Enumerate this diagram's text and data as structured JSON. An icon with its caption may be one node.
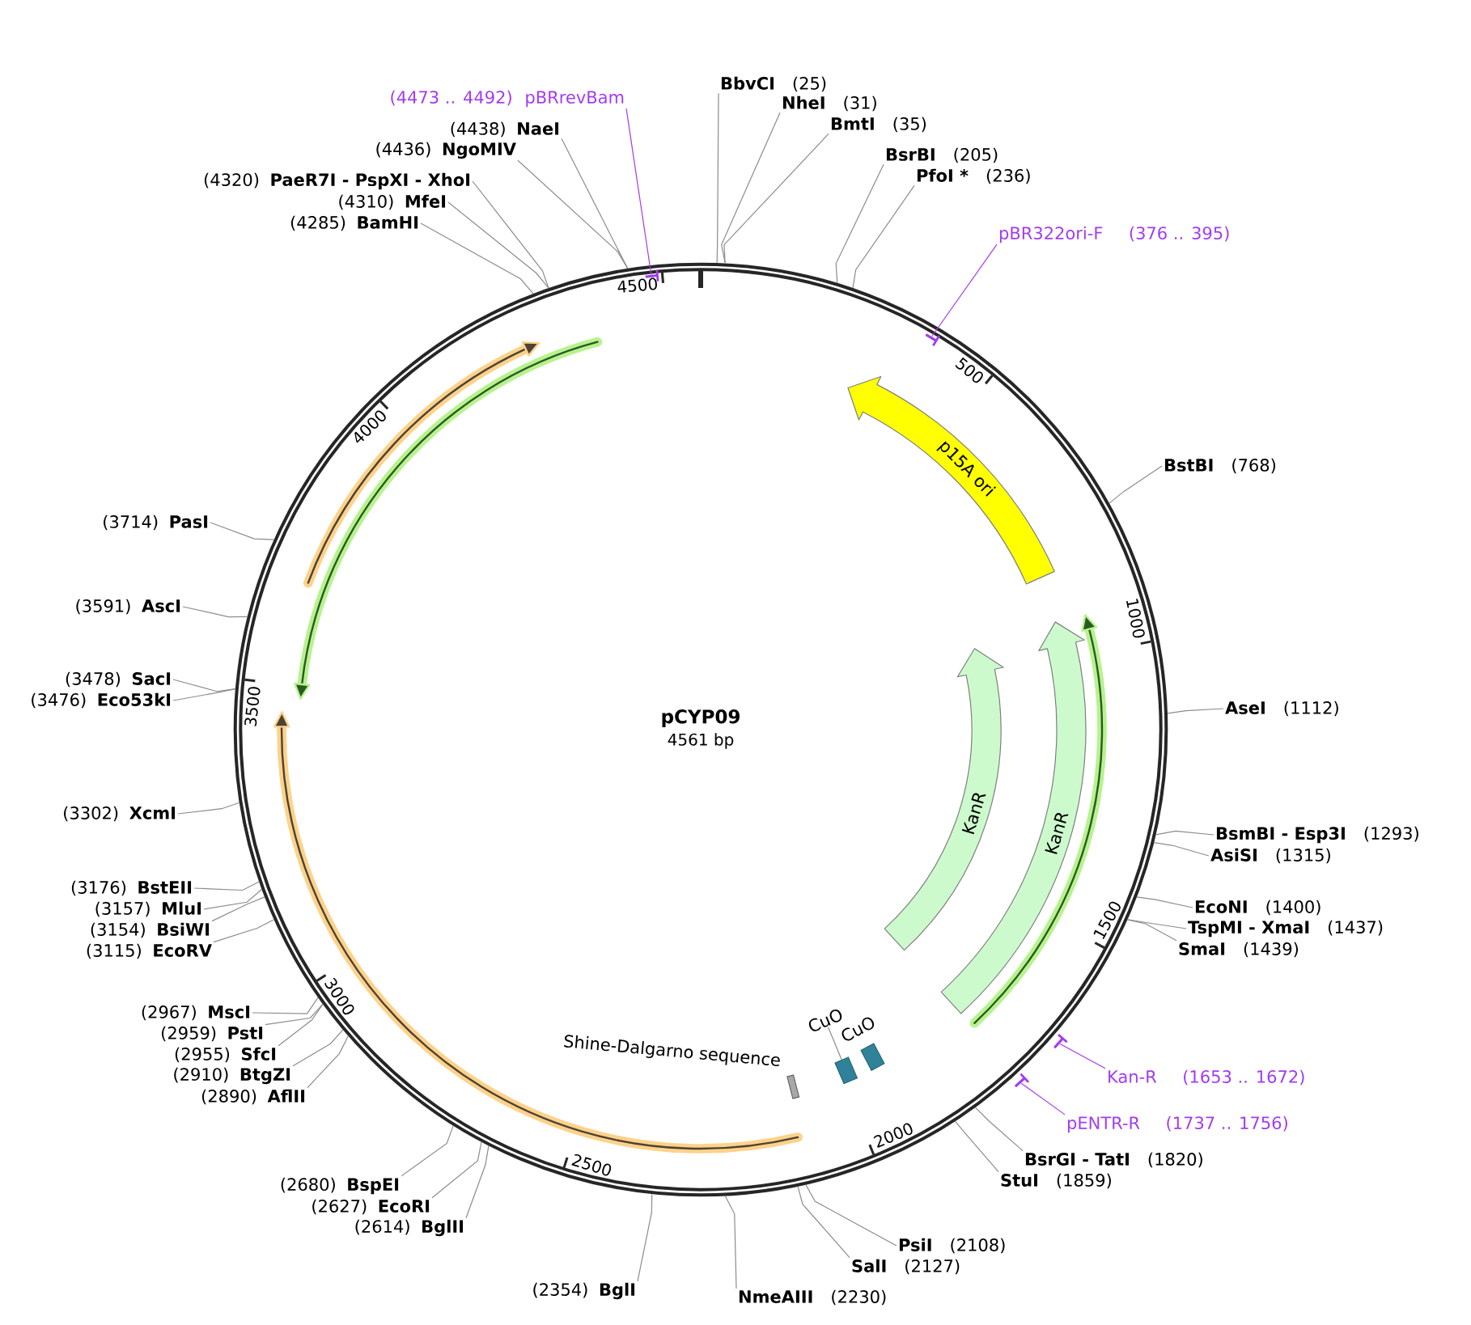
{
  "diagram": {
    "nodes": [
      {
        "text": [
          "pCYP09",
          "4561 bp"
        ]
      },
      {
        "text": [
          "p15A ori"
        ],
        "in": 0
      },
      {
        "text": [
          "KanR"
        ],
        "in": 0
      },
      {
        "text": [
          "KanR"
        ],
        "in": 0
      },
      {
        "text": [
          "CuO"
        ],
        "in": 0
      },
      {
        "text": [],
        "shape": "box",
        "in": 0
      },
      {
        "text": [
          "CuO"
        ],
        "in": 0
      },
      {
        "text": [
          "Shine-Dalgarno sequence"
        ],
        "in": 0
      },
      {
        "text": [
          "BbvCI",
          "(25)"
        ]
      },
      {
        "text": [
          "NheI",
          "(31)"
        ]
      },
      {
        "text": [
          "BmtI",
          "(35)"
        ]
      },
      {
        "text": [
          "BsrBI",
          "(205)"
        ]
      },
      {
        "text": [
          "PfoI *",
          "(236)"
        ]
      },
      {
        "text": [
          "pBR322ori-F",
          "(376 .. 395)"
        ]
      },
      {
        "text": [
          "BstBI",
          "(768)"
        ]
      },
      {
        "text": [
          "AseI",
          "(1112)"
        ]
      },
      {
        "text": [
          "BsmBI - Esp3I",
          "(1293)"
        ]
      },
      {
        "text": [
          "AsiSI",
          "(1315)"
        ]
      },
      {
        "text": [
          "EcoNI",
          "(1400)"
        ]
      },
      {
        "text": [
          "TspMI - XmaI",
          "(1437)"
        ]
      },
      {
        "text": [
          "SmaI",
          "(1439)"
        ]
      },
      {
        "text": [
          "Kan-R",
          "(1653 .. 1672)"
        ]
      },
      {
        "text": [
          "pENTR-R",
          "(1737 .. 1756)"
        ]
      },
      {
        "text": [
          "BsrGI - TatI",
          "(1820)"
        ]
      },
      {
        "text": [
          "StuI",
          "(1859)"
        ]
      },
      {
        "text": [
          "PsiI",
          "(2108)"
        ]
      },
      {
        "text": [
          "SalI",
          "(2127)"
        ]
      },
      {
        "text": [
          "NmeAIII",
          "(2230)"
        ]
      },
      {
        "text": [
          "(2354)",
          "BglI"
        ]
      },
      {
        "text": [
          "(2614)",
          "BglII"
        ]
      },
      {
        "text": [
          "(2627)",
          "EcoRI"
        ]
      },
      {
        "text": [
          "(2680)",
          "BspEI"
        ]
      },
      {
        "text": [
          "(2890)",
          "AflII"
        ]
      },
      {
        "text": [
          "(2910)",
          "BtgZI"
        ]
      },
      {
        "text": [
          "(2955)",
          "SfcI"
        ]
      },
      {
        "text": [
          "(2959)",
          "PstI"
        ]
      },
      {
        "text": [
          "(2967)",
          "MscI"
        ]
      },
      {
        "text": [
          "(3115)",
          "EcoRV"
        ]
      },
      {
        "text": [
          "(3154)",
          "BsiWI"
        ]
      },
      {
        "text": [
          "(3157)",
          "MluI"
        ]
      },
      {
        "text": [
          "(3176)",
          "BstEII"
        ]
      },
      {
        "text": [
          "(3302)",
          "XcmI"
        ]
      },
      {
        "text": [
          "(3476)",
          "Eco53kI"
        ]
      },
      {
        "text": [
          "(3478)",
          "SacI"
        ]
      },
      {
        "text": [
          "(3591)",
          "AscI"
        ]
      },
      {
        "text": [
          "(3714)",
          "PasI"
        ]
      },
      {
        "text": [
          "(4285)",
          "BamHI"
        ]
      },
      {
        "text": [
          "(4310)",
          "MfeI"
        ]
      },
      {
        "text": [
          "(4320)",
          "PaeR7I - PspXI - XhoI"
        ]
      },
      {
        "text": [
          "(4436)",
          "NgoMIV"
        ]
      },
      {
        "text": [
          "(4438)",
          "NaeI"
        ]
      },
      {
        "text": [
          "(4473 .. 4492)",
          "pBRrevBam"
        ]
      },
      {
        "text": [],
        "shape": "bar",
        "in": 0
      },
      {
        "text": [],
        "shape": "bar"
      },
      {
        "text": [],
        "shape": "bar"
      },
      {
        "text": [],
        "shape": "bar",
        "in": 0
      }
    ],
    "edges": [
      {
        "from": 8,
        "to": 0,
        "arrow": "none"
      },
      {
        "from": 9,
        "to": 0,
        "arrow": "none"
      },
      {
        "from": 10,
        "to": 0,
        "arrow": "none"
      },
      {
        "from": 11,
        "to": 0,
        "arrow": "none"
      },
      {
        "from": 12,
        "to": 0,
        "arrow": "none"
      },
      {
        "from": 13,
        "to": 52,
        "arrow": "none",
        "color": "#a23cf0"
      },
      {
        "from": 14,
        "to": 0,
        "arrow": "none"
      },
      {
        "from": 15,
        "to": 0,
        "arrow": "none"
      },
      {
        "from": 16,
        "to": 0,
        "arrow": "none"
      },
      {
        "from": 17,
        "to": 0,
        "arrow": "none"
      },
      {
        "from": 18,
        "to": 0,
        "arrow": "none"
      },
      {
        "from": 19,
        "to": 0,
        "arrow": "none"
      },
      {
        "from": 20,
        "to": 0,
        "arrow": "none"
      },
      {
        "from": 21,
        "to": 53,
        "arrow": "none",
        "color": "#a23cf0"
      },
      {
        "from": 22,
        "to": 54,
        "arrow": "none",
        "color": "#a23cf0"
      },
      {
        "from": 23,
        "to": 0,
        "arrow": "none"
      },
      {
        "from": 24,
        "to": 0,
        "arrow": "none"
      },
      {
        "from": 25,
        "to": 0,
        "arrow": "none"
      },
      {
        "from": 26,
        "to": 0,
        "arrow": "none"
      },
      {
        "from": 27,
        "to": 0,
        "arrow": "none"
      },
      {
        "from": 28,
        "to": 0,
        "arrow": "none"
      },
      {
        "from": 29,
        "to": 0,
        "arrow": "none"
      },
      {
        "from": 30,
        "to": 0,
        "arrow": "none"
      },
      {
        "from": 31,
        "to": 0,
        "arrow": "none"
      },
      {
        "from": 32,
        "to": 0,
        "arrow": "none"
      },
      {
        "from": 33,
        "to": 0,
        "arrow": "none"
      },
      {
        "from": 34,
        "to": 0,
        "arrow": "none"
      },
      {
        "from": 35,
        "to": 0,
        "arrow": "none"
      },
      {
        "from": 36,
        "to": 0,
        "arrow": "none"
      },
      {
        "from": 37,
        "to": 0,
        "arrow": "none"
      },
      {
        "from": 38,
        "to": 0,
        "arrow": "none"
      },
      {
        "from": 39,
        "to": 0,
        "arrow": "none"
      },
      {
        "from": 40,
        "to": 0,
        "arrow": "none"
      },
      {
        "from": 41,
        "to": 0,
        "arrow": "none"
      },
      {
        "from": 42,
        "to": 0,
        "arrow": "none"
      },
      {
        "from": 43,
        "to": 0,
        "arrow": "none"
      },
      {
        "from": 44,
        "to": 0,
        "arrow": "none"
      },
      {
        "from": 45,
        "to": 0,
        "arrow": "none"
      },
      {
        "from": 46,
        "to": 0,
        "arrow": "none"
      },
      {
        "from": 47,
        "to": 0,
        "arrow": "none"
      },
      {
        "from": 48,
        "to": 0,
        "arrow": "none"
      },
      {
        "from": 49,
        "to": 0,
        "arrow": "none"
      },
      {
        "from": 50,
        "to": 0,
        "arrow": "none"
      },
      {
        "from": 51,
        "to": 55,
        "arrow": "none",
        "color": "#a23cf0"
      },
      {
        "from": 4,
        "to": 5,
        "arrow": "none"
      }
    ],
    "labels": [
      "500",
      "1000",
      "1500",
      "2000",
      "2500",
      "3000",
      "3500",
      "4000",
      "4500"
    ]
  }
}
